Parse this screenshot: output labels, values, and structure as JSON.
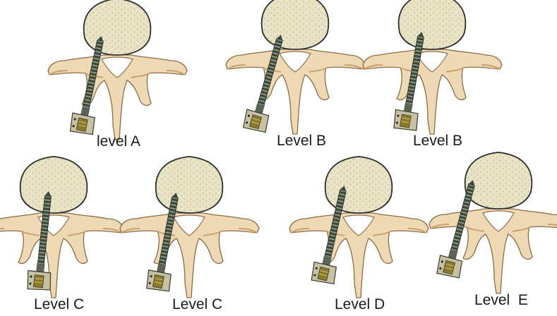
{
  "panels": [
    {
      "label": "level A"
    },
    {
      "label": "Level B"
    },
    {
      "label": "Level B"
    },
    {
      "label": "Level C"
    },
    {
      "label": "Level C"
    },
    {
      "label": "Level D"
    },
    {
      "label": "Level  E"
    }
  ],
  "colors": {
    "vertebral_body": "#e8e3c4",
    "body_outline": "#2b2b2b",
    "posterior_elements": "#efd9b4",
    "posterior_shadow": "#d9b98c",
    "screw_shaft": "#3c4a3c",
    "screw_thread": "#9aa58f",
    "screw_head": "#c7c1a4",
    "screw_head_detail": "#7a6a2a"
  },
  "icons": [
    "vertebra-icon",
    "pedicle-screw-icon"
  ]
}
